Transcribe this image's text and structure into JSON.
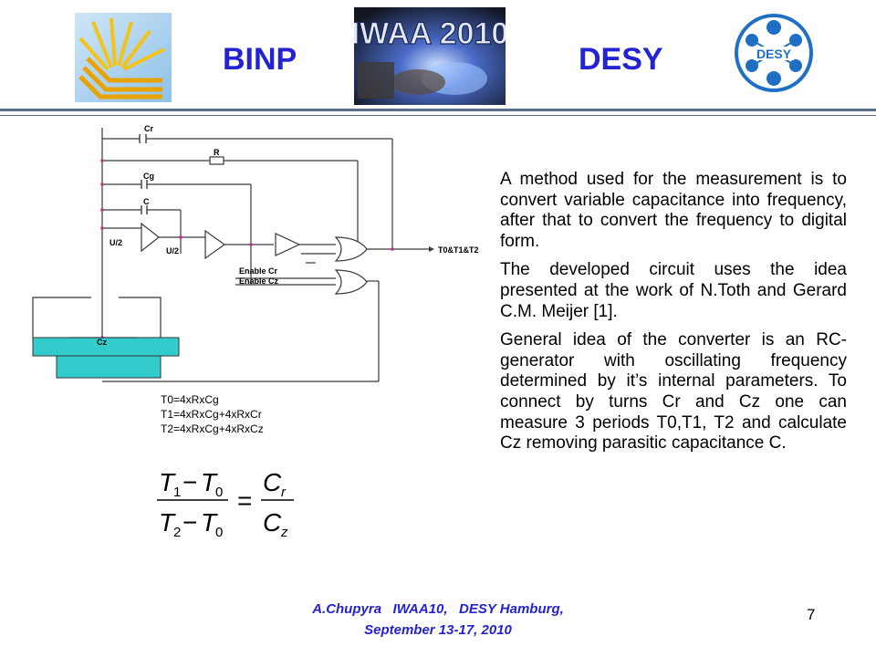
{
  "header": {
    "left_title": "BINP",
    "right_title": "DESY",
    "conference_logo_text": "IWAA 2010",
    "desy_logo_text": "DESY"
  },
  "diagram": {
    "labels": {
      "cr": "Cr",
      "r": "R",
      "cg": "Cg",
      "c": "C",
      "u2_left": "U/2",
      "u2_mid": "U/2",
      "output": "T0&T1&T2",
      "enable_cr": "Enable Cr",
      "enable_cz": "Enable Cz",
      "cz": "Cz"
    },
    "formulas": [
      "T0=4xRxCg",
      "T1=4xRxCg+4xRxCr",
      "T2=4xRxCg+4xRxCz"
    ]
  },
  "body": {
    "paragraphs": [
      "A method used for the measurement is to convert variable capacitance into frequency, after that to convert the frequency to digital form.",
      "The developed circuit uses the idea presented at the work of N.Toth and Gerard C.M. Meijer [1].",
      "General idea of the converter is an RC-generator with oscillating frequency determined by it’s internal parameters. To connect by turns Cr and Cz one can measure 3 periods T0,T1, T2 and calculate Cz removing parasitic capacitance C."
    ]
  },
  "footer": {
    "line1": "A.Chupyra   IWAA10,   DESY Hamburg,",
    "line2": "September 13-17, 2010",
    "page_number": "7"
  },
  "colors": {
    "title_blue": "#2323d2",
    "liquid": "#33cccc",
    "separator": "#5a6f8a"
  }
}
